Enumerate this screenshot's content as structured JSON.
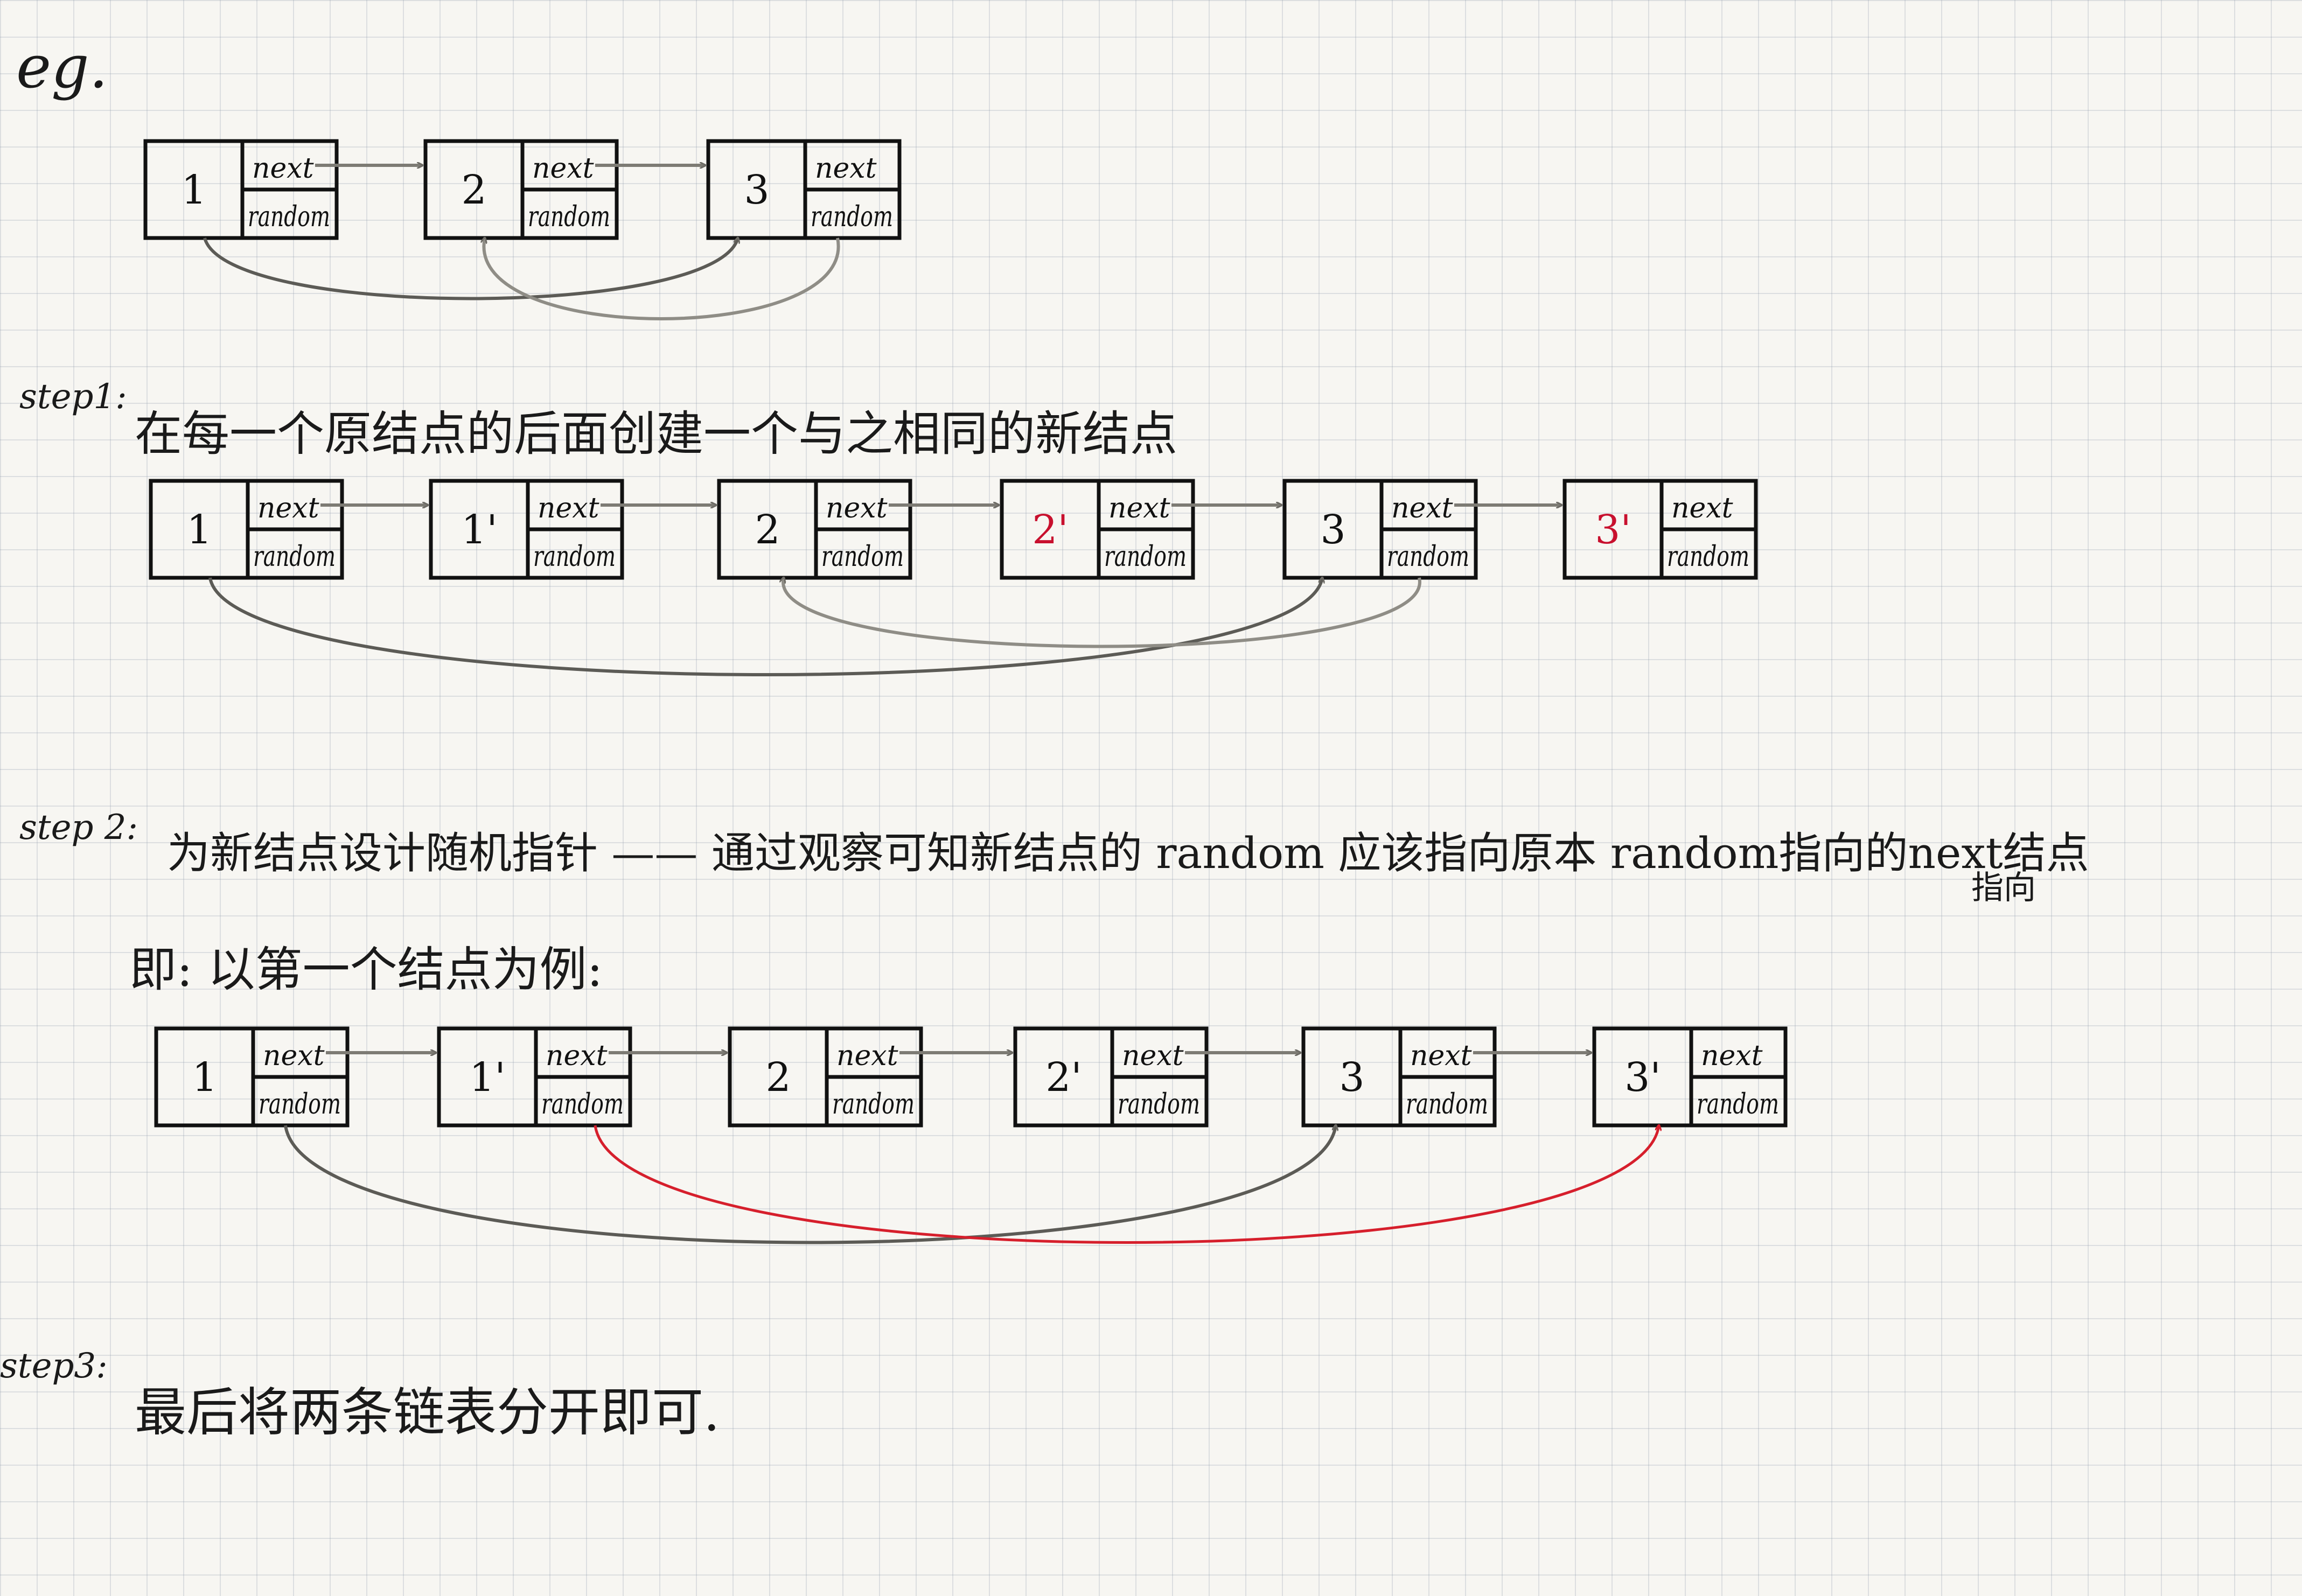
{
  "header": {
    "eg_label": "eg."
  },
  "steps": [
    {
      "label": "step1:",
      "text": "在每一个原结点的后面创建一个与之相同的新结点"
    },
    {
      "label": "step 2:",
      "text": "为新结点设计随机指针 —— 通过观察可知新结点的 random 应该指向原本 random指向的next结点",
      "note": "指向"
    },
    {
      "label": "step3:",
      "text": "最后将两条链表分开即可."
    }
  ],
  "example_line": "即: 以第一个结点为例:",
  "fields": {
    "next": "next",
    "random": "random"
  },
  "rows": [
    {
      "nodes": [
        "1",
        "2",
        "3"
      ]
    },
    {
      "nodes": [
        "1",
        "1'",
        "2",
        "2'",
        "3",
        "3'"
      ],
      "red_nodes": [
        "2'",
        "3'"
      ]
    },
    {
      "nodes": [
        "1",
        "1'",
        "2",
        "2'",
        "3",
        "3'"
      ]
    }
  ],
  "colors": {
    "ink": "#111111",
    "pencil": "#7d7b74",
    "highlight_red": "#d61f2c",
    "paper": "#f7f6f2"
  }
}
